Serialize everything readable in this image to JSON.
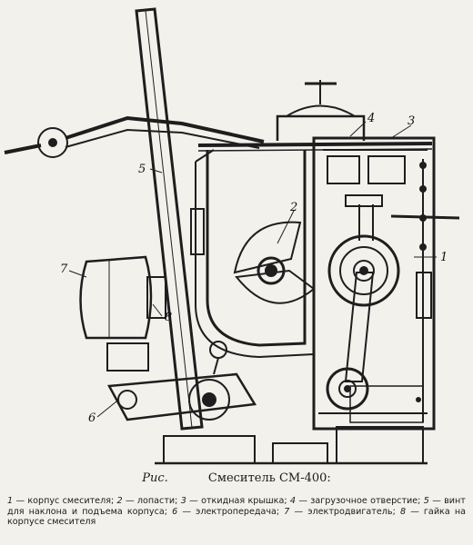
{
  "figure": {
    "caption_prefix": "Рис.",
    "caption_title": "Смеситель СМ-400:",
    "callouts": [
      {
        "id": "1",
        "text": "1"
      },
      {
        "id": "2",
        "text": "2"
      },
      {
        "id": "3",
        "text": "3"
      },
      {
        "id": "4",
        "text": "4"
      },
      {
        "id": "5",
        "text": "5"
      },
      {
        "id": "6",
        "text": "6"
      },
      {
        "id": "7",
        "text": "7"
      },
      {
        "id": "8",
        "text": "8"
      }
    ],
    "legend": [
      {
        "num": "1",
        "text": "— корпус смесителя;"
      },
      {
        "num": "2",
        "text": "— лопасти;"
      },
      {
        "num": "3",
        "text": "— откидная крышка;"
      },
      {
        "num": "4",
        "text": "— загрузочное отверстие;"
      },
      {
        "num": "5",
        "text": "— винт для наклона и подъема корпуса;"
      },
      {
        "num": "6",
        "text": "— электропередача;"
      },
      {
        "num": "7",
        "text": "— электродвигатель;"
      },
      {
        "num": "8",
        "text": "— гайка на корпусе смесителя"
      }
    ]
  }
}
